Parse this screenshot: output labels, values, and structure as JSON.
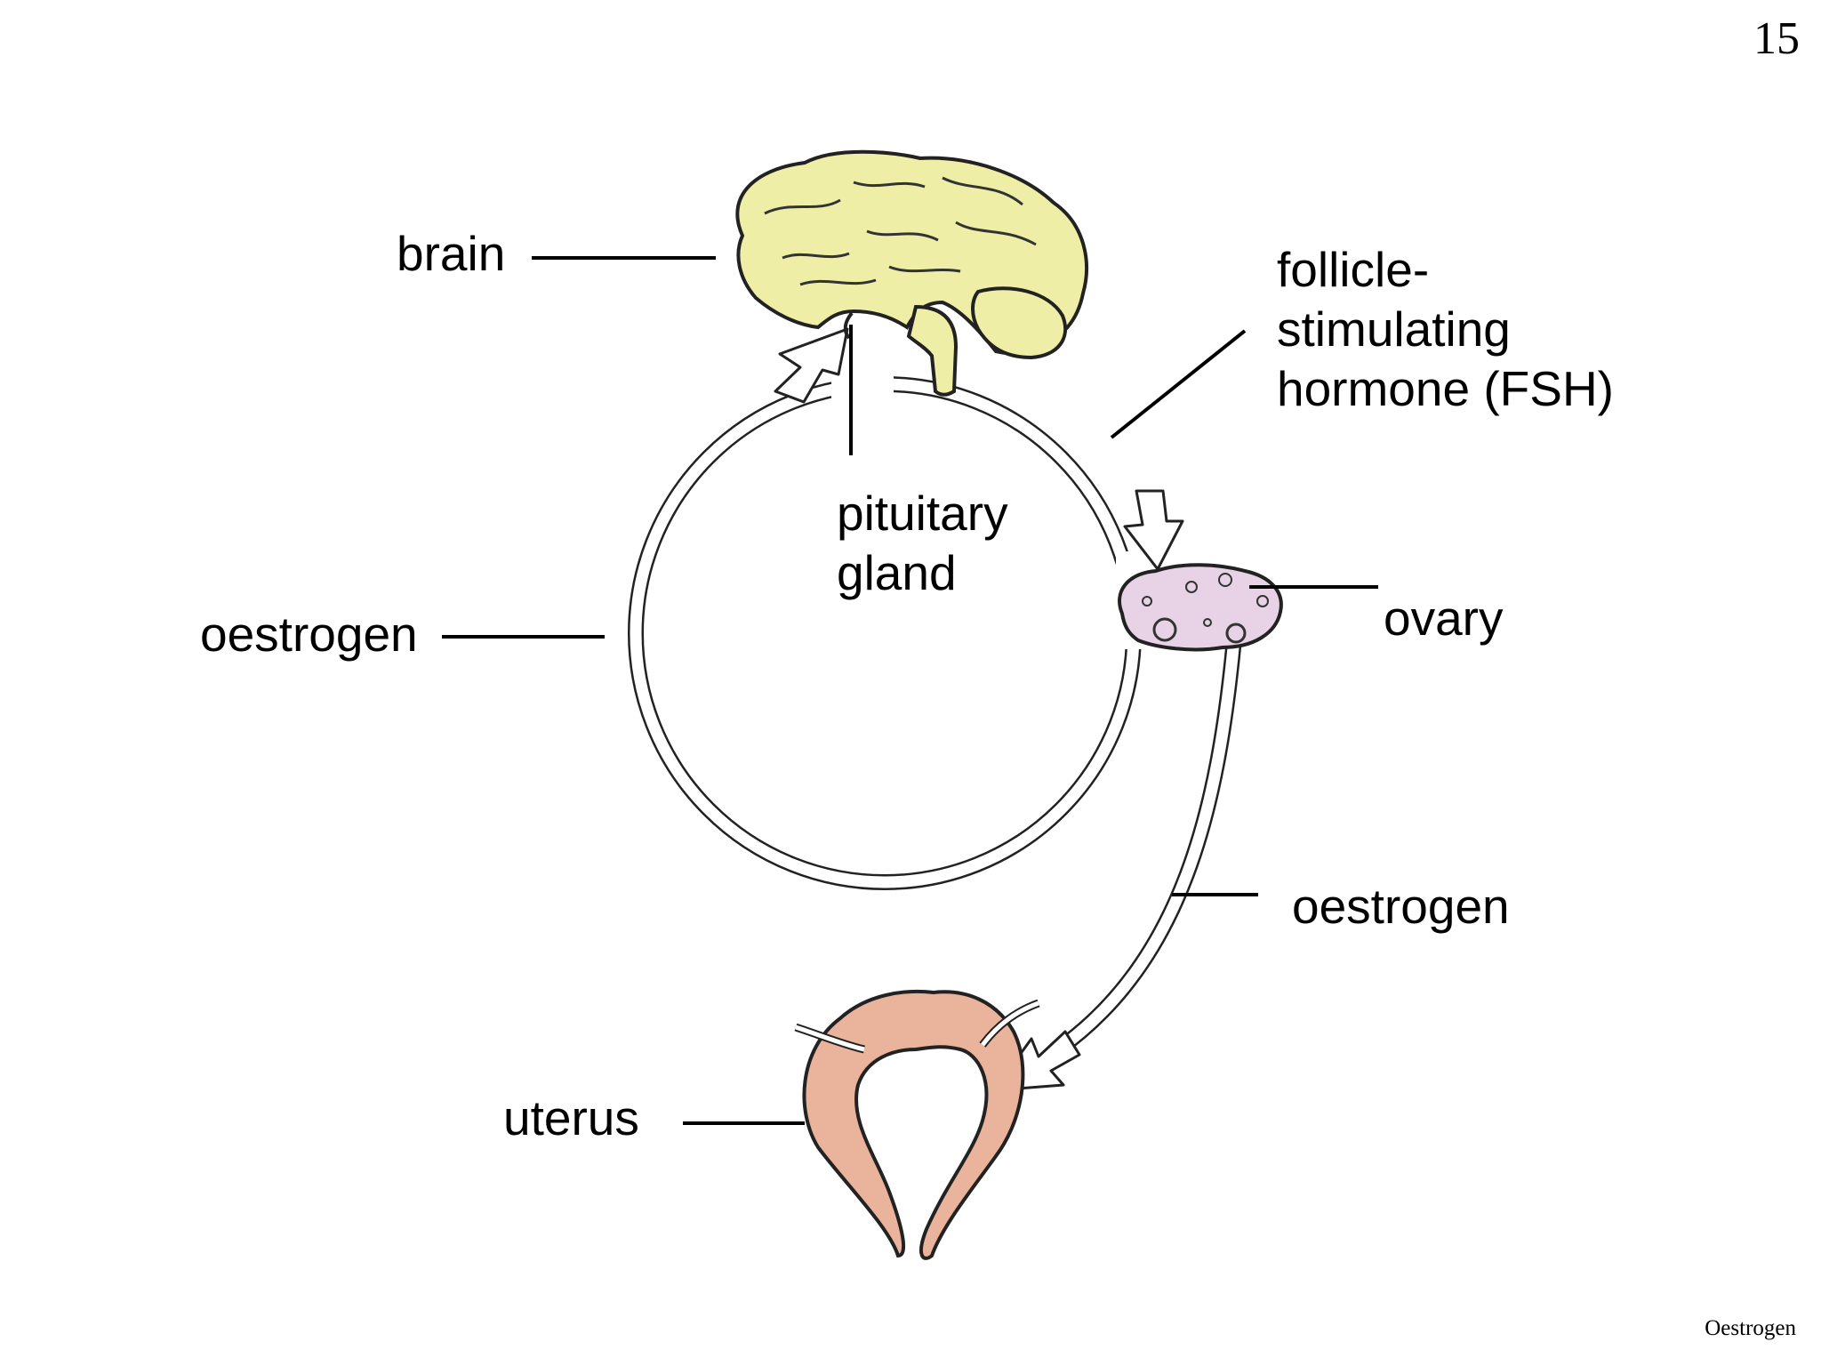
{
  "slide": {
    "page_number": "15",
    "footer": "Oestrogen"
  },
  "labels": {
    "brain": "brain",
    "fsh_line1": "follicle-",
    "fsh_line2": "stimulating",
    "fsh_line3": "hormone (FSH)",
    "pituitary_line1": "pituitary",
    "pituitary_line2": "gland",
    "oestrogen_left": "oestrogen",
    "ovary": "ovary",
    "oestrogen_right": "oestrogen",
    "uterus": "uterus"
  },
  "colors": {
    "brain_fill": "#efeea6",
    "ovary_fill": "#e8d3e6",
    "uterus_fill": "#e9b39c",
    "arrow_fill": "#ffffff",
    "outline": "#222222"
  }
}
